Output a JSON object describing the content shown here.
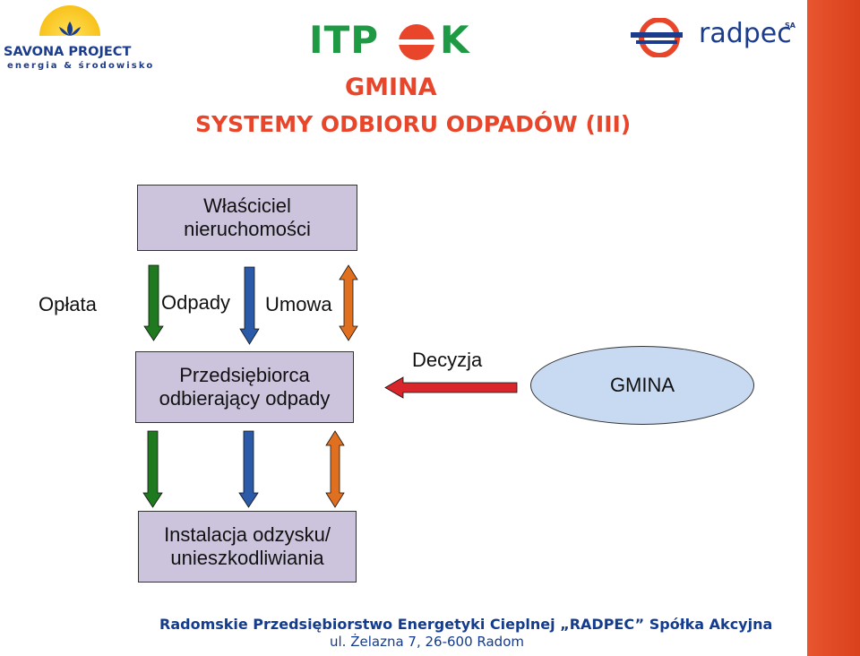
{
  "logos": {
    "savona": {
      "line1": "SAVONA PROJECT",
      "line2": "energia & środowisko"
    },
    "itpok": {
      "text_left": "ITP",
      "text_right": "K"
    },
    "radpec": {
      "name": "radpec",
      "suffix": "SA"
    }
  },
  "titles": {
    "main": "GMINA",
    "sub": "SYSTEMY ODBIORU ODPADÓW (III)"
  },
  "diagram": {
    "owner_lines": [
      "Właściciel",
      "nieruchomości"
    ],
    "label_oplata": "Opłata",
    "label_odpady": "Odpady",
    "label_umowa": "Umowa",
    "contractor_lines": [
      "Przedsiębiorca",
      "odbierający odpady"
    ],
    "label_decyzja": "Decyzja",
    "gmina": "GMINA",
    "installation_lines": [
      "Instalacja odzysku/",
      "unieszkodliwiania"
    ]
  },
  "footer": {
    "line1": "Radomskie Przedsiębiorstwo Energetyki Cieplnej „RADPEC” Spółka Akcyjna",
    "line2": "ul. Żelazna 7, 26-600 Radom"
  },
  "colors": {
    "green_arrow": "#1f7a1f",
    "blue_arrow": "#2a5aa8",
    "orange_arrow": "#e07020",
    "red_arrow": "#d9262b",
    "box_fill": "#ccc3dd",
    "ellipse_fill": "#c8daf2",
    "title_color": "#e8452a",
    "footer_color": "#143b8c",
    "bar_color": "#e0491f"
  }
}
